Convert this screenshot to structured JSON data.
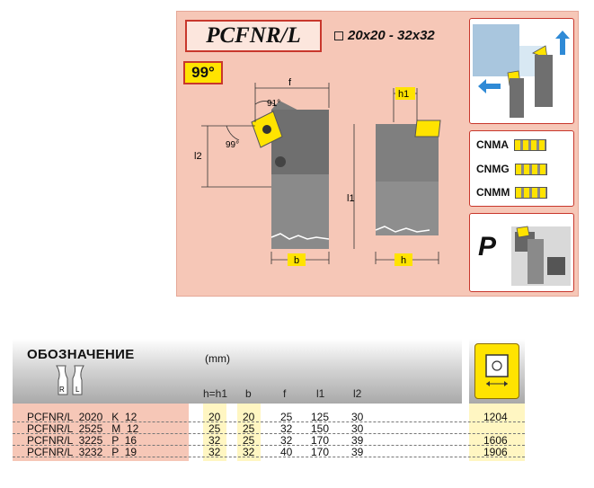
{
  "header": {
    "title": "PCFNR/L",
    "size_range": "20x20 - 32x32",
    "approach_angle": "99°"
  },
  "drawing": {
    "dim_f": "f",
    "dim_h1": "h1",
    "dim_h": "h",
    "dim_b": "b",
    "dim_l1": "l1",
    "dim_l2": "l2",
    "angle_91": "91°",
    "angle_99": "99°"
  },
  "inserts": [
    "CNMA",
    "CNMG",
    "CNMM"
  ],
  "material_group": "P",
  "table": {
    "designation_label": "ОБОЗНАЧЕНИЕ",
    "units": "(mm)",
    "hand_labels": [
      "R",
      "L"
    ],
    "columns": [
      "h=h1",
      "b",
      "f",
      "l1",
      "l2"
    ],
    "rows": [
      {
        "code": "PCFNR/L  2020   K  12",
        "h": "20",
        "b": "20",
        "f": "25",
        "l1": "125",
        "l2": "30",
        "insert": "1204"
      },
      {
        "code": "PCFNR/L  2525   M  12",
        "h": "25",
        "b": "25",
        "f": "32",
        "l1": "150",
        "l2": "30",
        "insert": ""
      },
      {
        "code": "PCFNR/L  3225   P  16",
        "h": "32",
        "b": "25",
        "f": "32",
        "l1": "170",
        "l2": "39",
        "insert": "1606"
      },
      {
        "code": "PCFNR/L  3232   P  19",
        "h": "32",
        "b": "32",
        "f": "40",
        "l1": "170",
        "l2": "39",
        "insert": "1906"
      }
    ]
  },
  "colors": {
    "panel": "#f6c7b7",
    "accent_red": "#c8372c",
    "insert_yellow": "#ffe300",
    "column_highlight": "#fff6c2"
  }
}
